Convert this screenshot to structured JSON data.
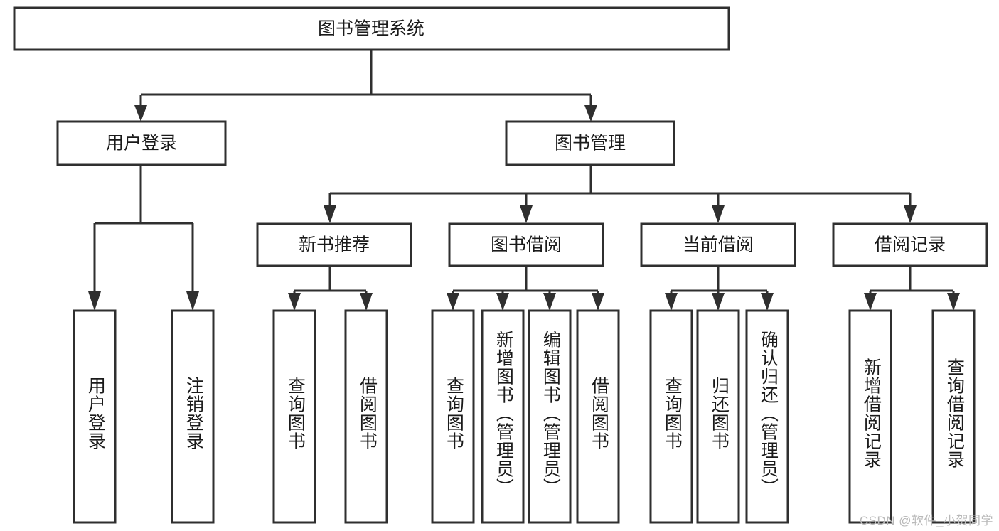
{
  "diagram": {
    "title": "图书管理系统",
    "type": "tree-hierarchy",
    "watermark": "CSDN @软件_小贺同学",
    "colors": {
      "background": "#ffffff",
      "box_fill": "#ffffff",
      "box_stroke": "#2f2f2f",
      "text": "#1a1a1a",
      "watermark": "#b8b8b8"
    },
    "root": {
      "label": "图书管理系统"
    },
    "level2": [
      {
        "label": "用户登录"
      },
      {
        "label": "图书管理"
      }
    ],
    "level3": [
      {
        "label": "新书推荐"
      },
      {
        "label": "图书借阅"
      },
      {
        "label": "当前借阅"
      },
      {
        "label": "借阅记录"
      }
    ],
    "leaves": {
      "user_login": [
        {
          "label": "用户登录"
        },
        {
          "label": "注销登录"
        }
      ],
      "new_book_recommend": [
        {
          "label": "查询图书"
        },
        {
          "label": "借阅图书"
        }
      ],
      "book_borrow": [
        {
          "label": "查询图书"
        },
        {
          "label": "新增图书（管理员）"
        },
        {
          "label": "编辑图书（管理员）"
        },
        {
          "label": "借阅图书"
        }
      ],
      "current_borrow": [
        {
          "label": "查询图书"
        },
        {
          "label": "归还图书"
        },
        {
          "label": "确认归还（管理员）"
        }
      ],
      "borrow_record": [
        {
          "label": "新增借阅记录"
        },
        {
          "label": "查询借阅记录"
        }
      ]
    }
  }
}
